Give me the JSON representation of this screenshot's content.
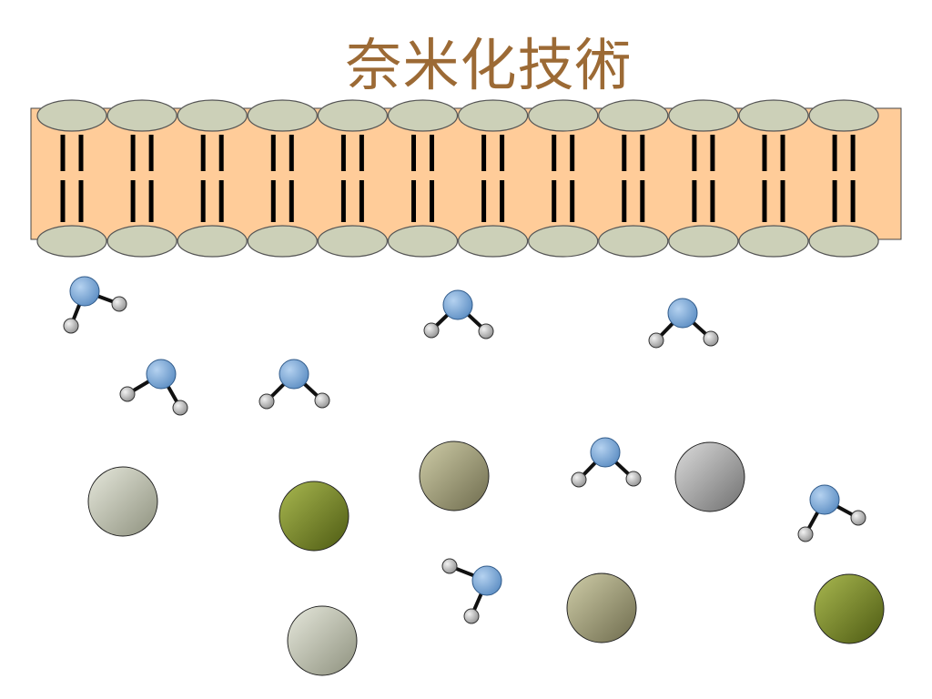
{
  "title": "奈米化技術",
  "colors": {
    "title": "#9C6A35",
    "membrane_fill": "#FFCC99",
    "lipid_head": "#CCD0B8",
    "lipid_tail": "#000000",
    "oxygen": "#7FAEDB",
    "hydrogen": "#BFBFBF",
    "particle_light": "#C9CCB8",
    "particle_olive": "#8A9A36",
    "particle_tan": "#B0AE86",
    "particle_gray": "#B9B9B9"
  },
  "membrane": {
    "lipid_count": 12
  },
  "water_molecules": [
    {
      "id": "w1"
    },
    {
      "id": "w2"
    },
    {
      "id": "w3"
    },
    {
      "id": "w4"
    },
    {
      "id": "w5"
    },
    {
      "id": "w6"
    },
    {
      "id": "w7"
    },
    {
      "id": "w8"
    },
    {
      "id": "w9"
    }
  ],
  "particles": [
    {
      "id": "p1",
      "kind": "light"
    },
    {
      "id": "p2",
      "kind": "olive"
    },
    {
      "id": "p3",
      "kind": "tan"
    },
    {
      "id": "p4",
      "kind": "gray"
    },
    {
      "id": "p5",
      "kind": "light"
    },
    {
      "id": "p6",
      "kind": "tan"
    },
    {
      "id": "p7",
      "kind": "olive"
    }
  ]
}
